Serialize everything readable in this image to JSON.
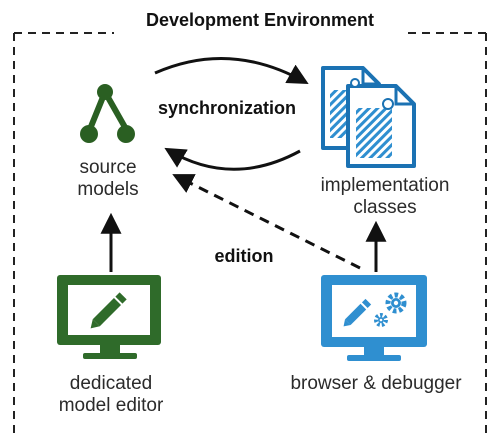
{
  "frame": {
    "title": "Development Environment"
  },
  "nodes": {
    "source_models": {
      "line1": "source",
      "line2": "models",
      "icon": "graph-tree-icon"
    },
    "implementation_classes": {
      "line1": "implementation",
      "line2": "classes",
      "icon": "document-files-icon"
    },
    "dedicated_model_editor": {
      "line1": "dedicated",
      "line2": "model editor",
      "icon": "monitor-pencil-icon"
    },
    "browser_debugger": {
      "line1": "browser & debugger",
      "icon": "monitor-pencil-gears-icon"
    }
  },
  "edges": {
    "synchronization": "synchronization",
    "edition": "edition"
  },
  "colors": {
    "green": "#2f6b2a",
    "green_dark": "#2a5f22",
    "blue": "#2f8fd0",
    "blue_dark": "#1b72b3",
    "black": "#111111"
  }
}
